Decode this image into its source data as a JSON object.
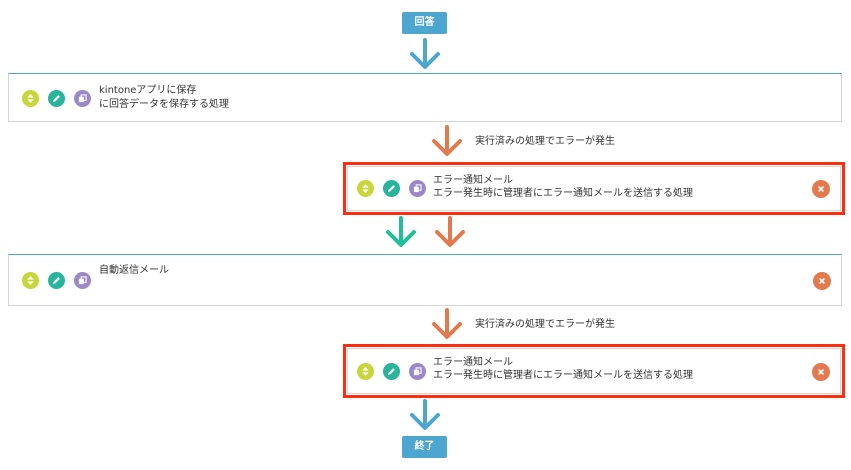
{
  "colors": {
    "blue": "#4da6cf",
    "orange": "#e27a4d",
    "teal": "#1fbf9a",
    "move": "#c7d63b",
    "edit": "#29b49c",
    "copy": "#9b88c9",
    "delete": "#e27a4d",
    "highlight": "#ff2d10"
  },
  "icons": {
    "move": "up-down-arrows-icon",
    "edit": "pencil-icon",
    "copy": "copy-icon",
    "delete": "close-icon",
    "arrow": "arrow-down-icon"
  },
  "flow": {
    "start_label": "回答",
    "end_label": "終了",
    "steps": [
      {
        "title": "kintoneアプリに保存",
        "description": "に回答データを保存する処理"
      },
      {
        "title": "自動返信メール",
        "description": ""
      }
    ],
    "error_branch_label": "実行済みの処理でエラーが発生",
    "error_handlers": [
      {
        "title": "エラー通知メール",
        "description": "エラー発生時に管理者にエラー通知メールを送信する処理"
      },
      {
        "title": "エラー通知メール",
        "description": "エラー発生時に管理者にエラー通知メールを送信する処理"
      }
    ]
  }
}
